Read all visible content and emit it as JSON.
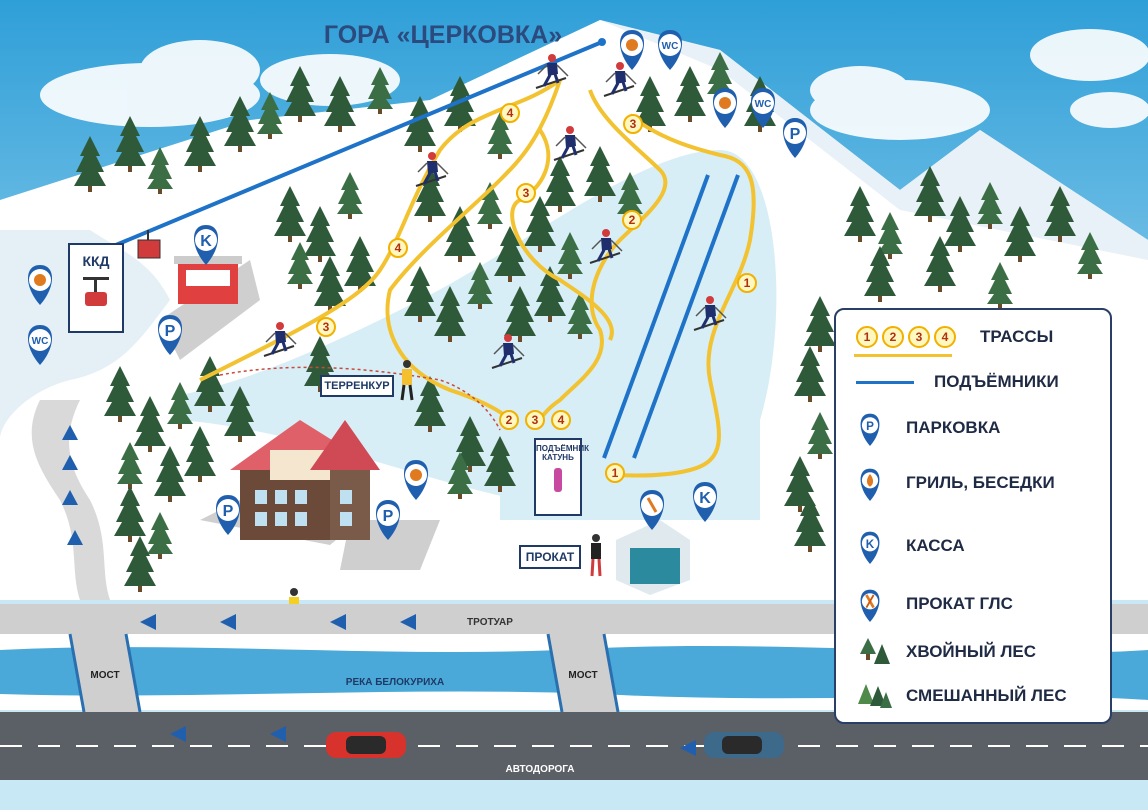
{
  "title": "ГОРА «ЦЕРКОВКА»",
  "places": {
    "kkd": "ККД",
    "terrenkur": "ТЕРРЕНКУР",
    "lift_katun_line1": "ПОДЪЁМНИК",
    "lift_katun_line2": "КАТУНЬ",
    "prokat": "ПРОКАТ",
    "most_left": "МОСТ",
    "most_right": "МОСТ",
    "trotuar": "ТРОТУАР",
    "river": "РЕКА БЕЛОКУРИХА",
    "road": "АВТОДОРОГА"
  },
  "markers": {
    "wc": "WC",
    "parking": "P",
    "kassa": "K"
  },
  "trail_numbers": [
    "1",
    "2",
    "3",
    "4"
  ],
  "legend": {
    "trails": "ТРАССЫ",
    "lifts": "ПОДЪЁМНИКИ",
    "parking": "ПАРКОВКА",
    "grill": "ГРИЛЬ, БЕСЕДКИ",
    "kassa": "КАССА",
    "rental": "ПРОКАТ ГЛС",
    "conifer": "ХВОЙНЫЙ ЛЕС",
    "mixed": "СМЕШАННЫЙ ЛЕС"
  },
  "colors": {
    "sky": "#c9e8f5",
    "snow": "#ffffff",
    "trail": "#f2c230",
    "lift": "#1e73c8",
    "marker": "#1f5fae",
    "river": "#4aa9d8",
    "road": "#5b5f66",
    "tree": "#2f5a3a",
    "label": "#1f3a66"
  }
}
